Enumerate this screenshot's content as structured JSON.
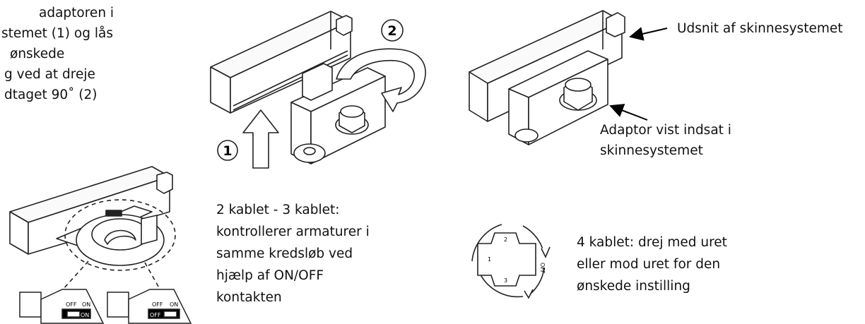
{
  "intro": {
    "lines": [
      "adaptoren i",
      "stemet (1) og lås",
      "ønskede",
      "g ved at dreje",
      "dtaget 90˚ (2)"
    ]
  },
  "step_labels": {
    "step1": "1",
    "step2": "2"
  },
  "callouts": {
    "section": "Udsnit af skinnesystemet",
    "adaptor_lines": [
      "Adaptor vist indsat i",
      "skinnesystemet"
    ]
  },
  "two_three_wire": {
    "lines": [
      "2 kablet - 3 kablet:",
      "kontrollerer armaturer i",
      "samme kredsløb ved",
      "hjælp af ON/OFF",
      "kontakten"
    ]
  },
  "four_wire": {
    "lines": [
      "4 kablet: drej med uret",
      "eller mod uret for den",
      "ønskede instilling"
    ]
  },
  "switch_labels": {
    "off": "OFF",
    "on": "ON",
    "left_state": "ON",
    "right_state": "OFF"
  },
  "dial_labels": {
    "off": "OFF",
    "n1": "1",
    "n2": "2",
    "n3": "3"
  }
}
